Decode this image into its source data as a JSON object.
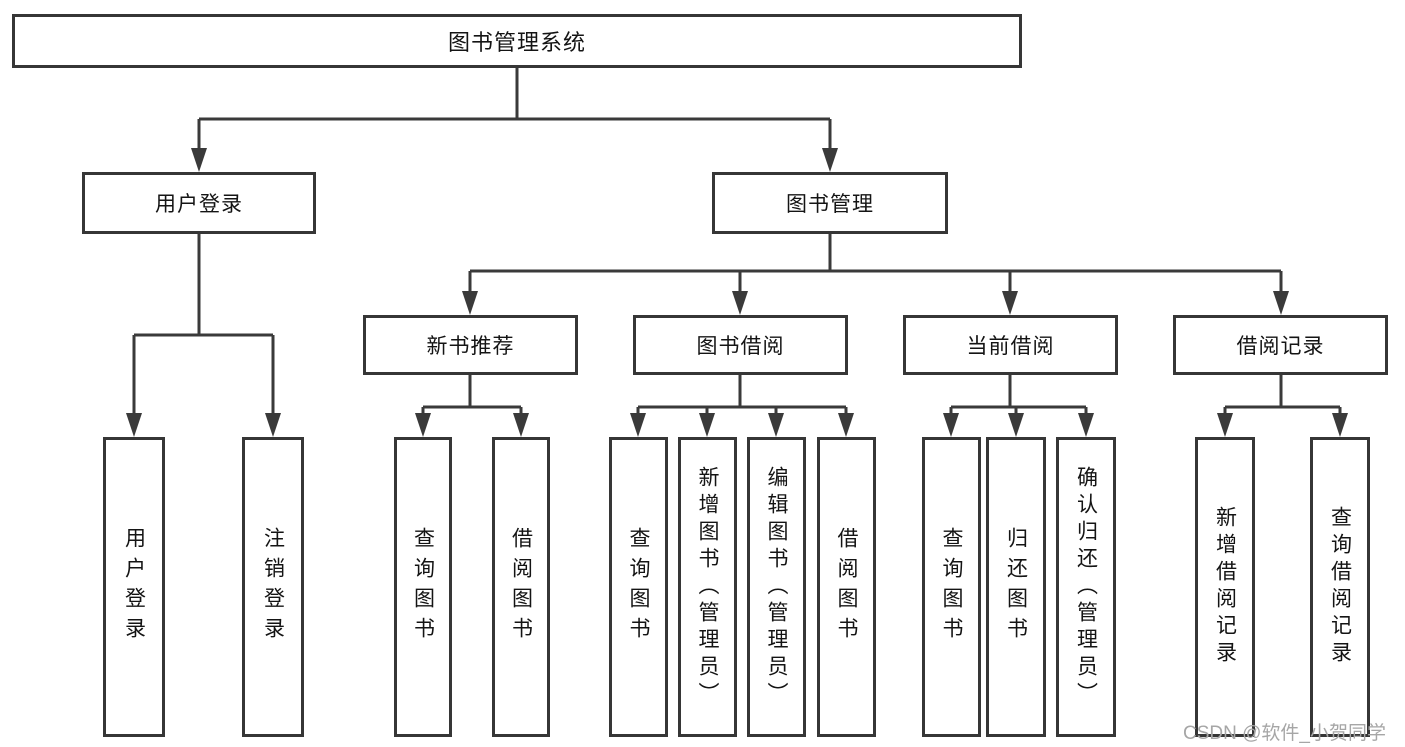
{
  "diagram": {
    "type": "hierarchy-tree",
    "title_node": "图书管理系统",
    "colors": {
      "line": "#3a3a3a",
      "box_border": "#363636",
      "box_fill": "#ffffff",
      "text": "#141414",
      "watermark": "#a6a6a6",
      "background": "#ffffff"
    },
    "tree": {
      "label": "图书管理系统",
      "children": [
        {
          "label": "用户登录",
          "children": [
            {
              "label": "用户登录"
            },
            {
              "label": "注销登录"
            }
          ]
        },
        {
          "label": "图书管理",
          "children": [
            {
              "label": "新书推荐",
              "children": [
                {
                  "label": "查询图书"
                },
                {
                  "label": "借阅图书"
                }
              ]
            },
            {
              "label": "图书借阅",
              "children": [
                {
                  "label": "查询图书"
                },
                {
                  "label": "新增图书（管理员）"
                },
                {
                  "label": "编辑图书（管理员）"
                },
                {
                  "label": "借阅图书"
                }
              ]
            },
            {
              "label": "当前借阅",
              "children": [
                {
                  "label": "查询图书"
                },
                {
                  "label": "归还图书"
                },
                {
                  "label": "确认归还（管理员）"
                }
              ]
            },
            {
              "label": "借阅记录",
              "children": [
                {
                  "label": "新增借阅记录"
                },
                {
                  "label": "查询借阅记录"
                }
              ]
            }
          ]
        }
      ]
    }
  },
  "watermark": {
    "text": "CSDN @软件_小贺同学"
  }
}
